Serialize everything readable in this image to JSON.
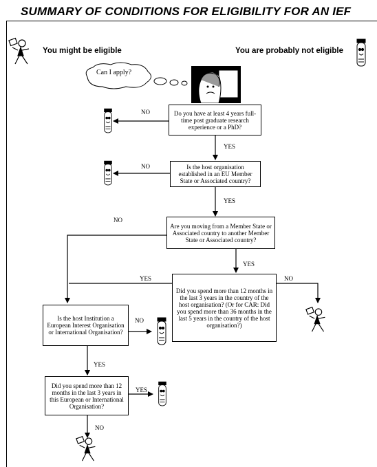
{
  "title": "SUMMARY OF CONDITIONS FOR ELIGIBILITY FOR AN IEF",
  "left_header": "You might be eligible",
  "right_header": "You are probably not eligible",
  "cloud": "Can I apply?",
  "questions": {
    "q1": "Do you have at least 4 years full-time post graduate research experience or a PhD?",
    "q2": "Is the host organisation established in an EU Member State or Associated country?",
    "q3": "Are you moving from a Member State or Associated country to another Member State or Associated country?",
    "q4": "Did you spend more than 12 months in the last 3 years in the country of the host organisation? (Or for CAR: Did you spend more than 36 months in the last 5 years in the country of the host organisation?)",
    "q5": "Is the host Institution a European Interest Organisation or International Organisation?",
    "q6": "Did you spend more than 12 months in the last 3 years in this European or International Organisation?"
  },
  "labels": {
    "q1_no": "NO",
    "q1_yes": "YES",
    "q2_no": "NO",
    "q2_yes": "YES",
    "q3_no": "NO",
    "q3_yes": "YES",
    "q4_yes": "YES",
    "q4_no": "NO",
    "q5_no": "NO",
    "q5_yes": "YES",
    "q6_yes": "YES",
    "q6_no": "NO"
  },
  "icons": {
    "eligible": "running-man-icon",
    "not_eligible": "test-tube-icon",
    "applicant": "worried-woman-icon"
  }
}
